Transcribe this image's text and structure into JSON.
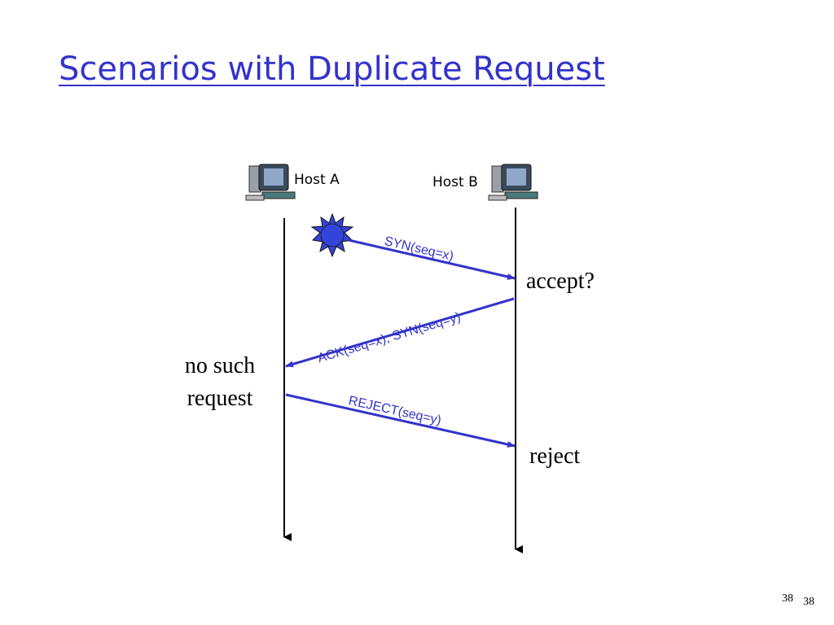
{
  "slide": {
    "title": "Scenarios with Duplicate Request",
    "page_number_small": "38",
    "page_number": "38"
  },
  "hosts": {
    "a_label": "Host A",
    "b_label": "Host B",
    "icon": "computer-icon"
  },
  "messages": {
    "syn": "SYN(seq=x)",
    "ack_syn": "ACK(seq=x), SYN(seq=y)",
    "reject": "REJECT(seq=y)"
  },
  "notes": {
    "accept": "accept?",
    "no_such_line1": "no such",
    "no_such_line2": "request",
    "reject": "reject"
  },
  "colors": {
    "accent": "#3333cc",
    "arrow": "#3333cc",
    "timeline": "#000000",
    "burst_fill": "#3344dd"
  },
  "icons": {
    "duplicate_marker": "burst-icon"
  }
}
